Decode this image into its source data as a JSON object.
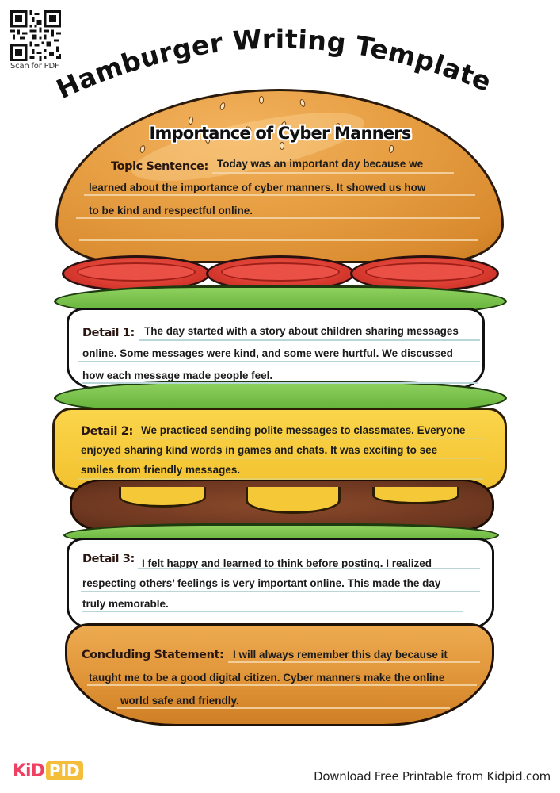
{
  "qr": {
    "label": "Scan for PDF"
  },
  "title": "Hamburger Writing Template",
  "heading": "Importance of Cyber Manners",
  "sections": {
    "topic": {
      "label": "Topic Sentence:",
      "lines": [
        "Today was an important day because we",
        "learned about the importance of cyber manners. It showed us how",
        "to be kind and respectful online."
      ]
    },
    "detail1": {
      "label": "Detail 1:",
      "lines": [
        "The day started with a story about children sharing messages",
        "online. Some messages were kind, and some were hurtful. We discussed",
        "how each message made people feel."
      ]
    },
    "detail2": {
      "label": "Detail 2:",
      "lines": [
        "We practiced sending polite messages to classmates. Everyone",
        "enjoyed sharing kind words in games and chats. It was exciting to see",
        "smiles from friendly messages."
      ]
    },
    "detail3": {
      "label": "Detail 3:",
      "lines": [
        "I felt happy and learned to think before posting. I realized",
        "respecting others’ feelings is very important online. This made the day",
        "truly memorable."
      ]
    },
    "conclusion": {
      "label": "Concluding Statement:",
      "lines": [
        "I will always remember this day because it",
        "taught me to be a good digital citizen. Cyber manners make the online",
        "world safe and friendly."
      ]
    }
  },
  "footer": {
    "logo_kid": "KiD",
    "logo_pid": "PID",
    "text": "Download Free Printable from Kidpid.com"
  },
  "colors": {
    "bun": "#e39a3e",
    "tomato": "#d93a2f",
    "lettuce": "#6cbf3f",
    "cheese": "#f6c935",
    "patty": "#6e3720",
    "logo_pink": "#ef3f63",
    "logo_yellow": "#f5be3a"
  }
}
